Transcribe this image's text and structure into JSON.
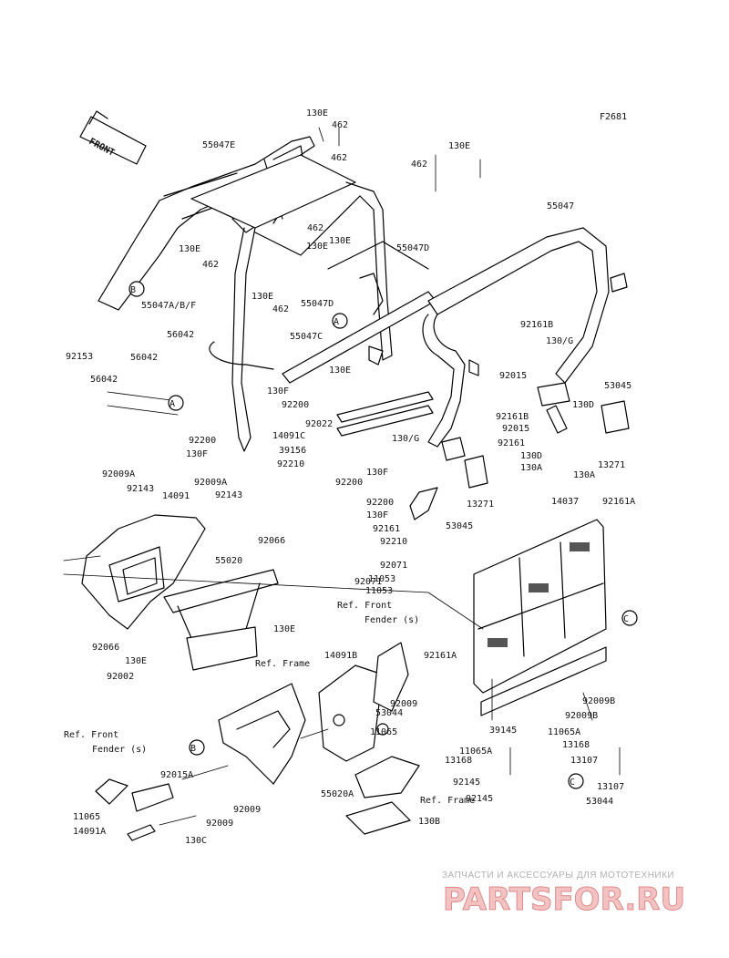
{
  "figure_id": "F2681",
  "front_label": "FRONT",
  "watermark": {
    "top": "ЗАПЧАСТИ И АКСЕССУАРЫ ДЛЯ МОТОТЕХНИКИ",
    "logo": "PARTSFOR.RU"
  },
  "ref_markers": [
    "A",
    "B",
    "C"
  ],
  "ref_labels": {
    "front_fender_1": "Ref. Front",
    "front_fender_2": "Fender (s)",
    "frame": "Ref. Frame"
  },
  "parts": [
    "130E",
    "462",
    "55047E",
    "462",
    "130E",
    "130E",
    "462",
    "55047",
    "130E",
    "462",
    "462",
    "130E",
    "55047D",
    "130E",
    "462",
    "55047D",
    "55047A/B/F",
    "92153",
    "55047C",
    "56042",
    "56042",
    "56042",
    "130E",
    "130F",
    "92200",
    "92022",
    "92161B",
    "130/G",
    "92015",
    "53045",
    "130D",
    "92161B",
    "92015",
    "92161",
    "13271",
    "130A",
    "14091C",
    "39156",
    "130/G",
    "130D",
    "130F",
    "130A",
    "92200",
    "13271",
    "92200",
    "130F",
    "92161",
    "53045",
    "92210",
    "92200",
    "130F",
    "92210",
    "92009A",
    "92143",
    "92009A",
    "14091",
    "92143",
    "14037",
    "92161A",
    "92066",
    "55020",
    "11053",
    "92071",
    "92071",
    "11053",
    "130E",
    "92161A",
    "92066",
    "130E",
    "92002",
    "14091B",
    "92009",
    "53044",
    "11065",
    "92009B",
    "92009B",
    "39145",
    "11065A",
    "13168",
    "11065A",
    "13168",
    "13107",
    "92145",
    "13107",
    "92145",
    "53044",
    "92015A",
    "92009",
    "11065",
    "14091A",
    "92009",
    "130C",
    "55020A",
    "130B"
  ]
}
